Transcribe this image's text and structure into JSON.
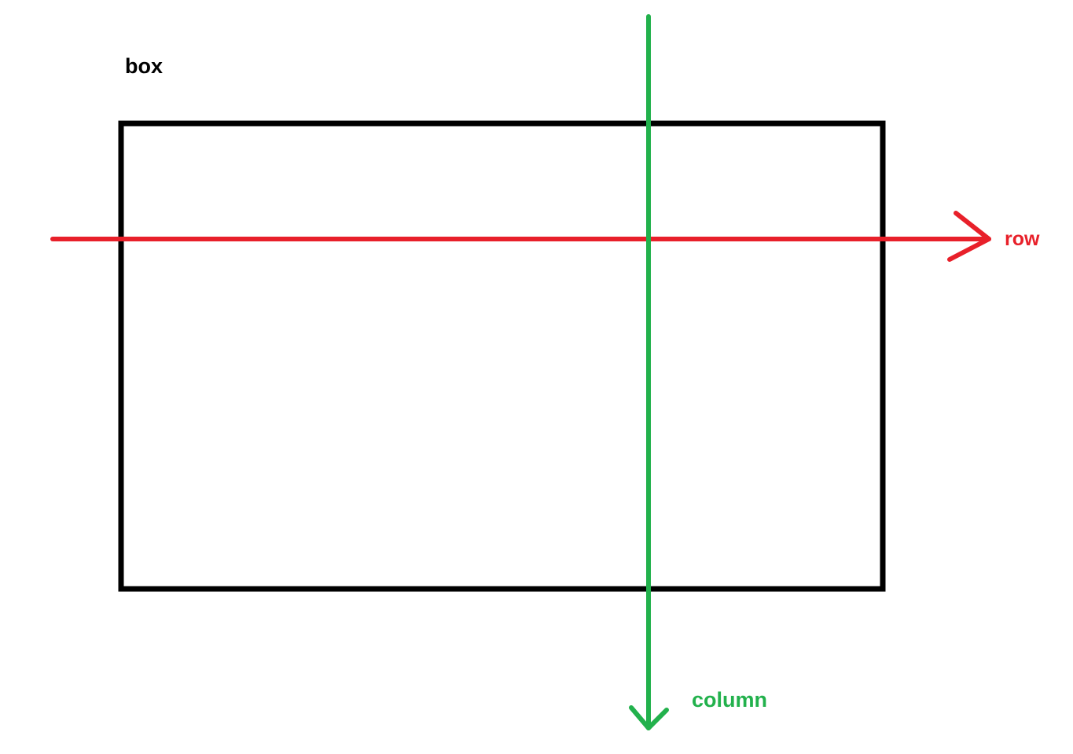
{
  "labels": {
    "box": "box",
    "row": "row",
    "column": "column"
  },
  "colors": {
    "box": "#000000",
    "row": "#e8202a",
    "column": "#22b14c"
  }
}
